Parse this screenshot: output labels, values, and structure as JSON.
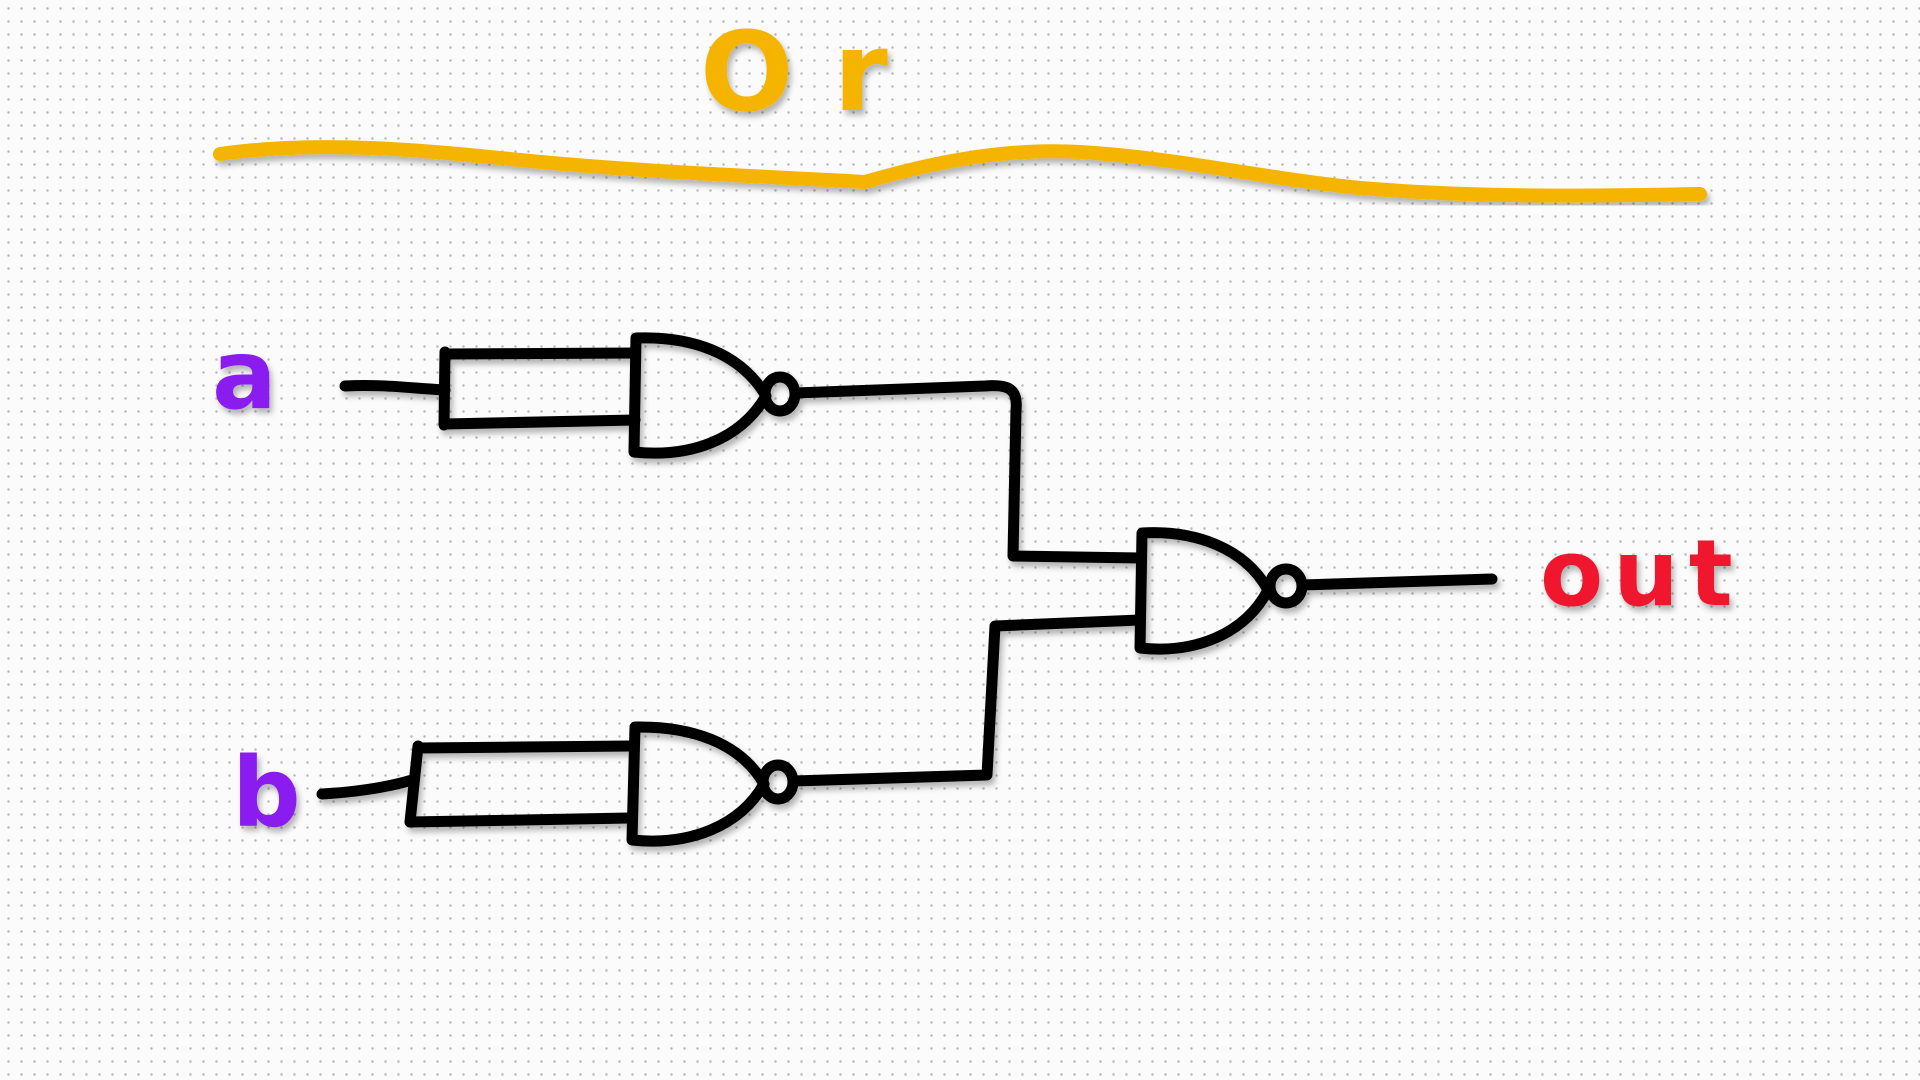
{
  "title": "Or",
  "inputs": {
    "a_label": "a",
    "b_label": "b"
  },
  "output": {
    "label": "out"
  },
  "colors": {
    "title": "#F5B400",
    "underline": "#F5B400",
    "input_label": "#8A1CF0",
    "output_label": "#F0142D",
    "wire": "#000000",
    "background": "#fbfbfb"
  }
}
